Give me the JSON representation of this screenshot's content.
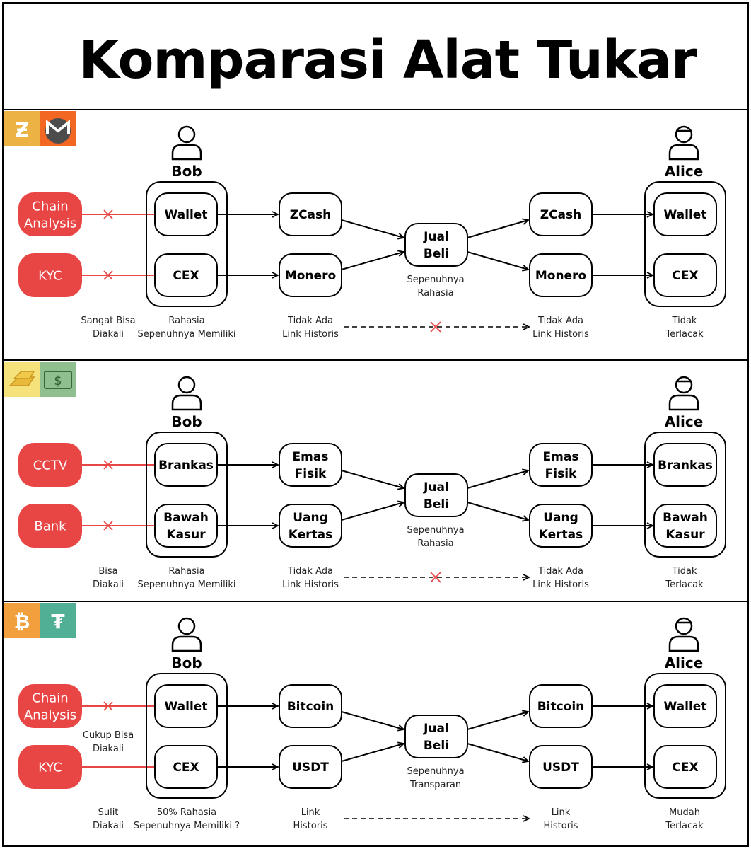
{
  "title": "Komparasi Alat Tukar",
  "colors": {
    "red": "#e84545",
    "zcash": "#ecb244",
    "monero": "#f26822",
    "gold": "#f6e27a",
    "cash": "#8fbf8f",
    "bitcoin": "#f2a03d",
    "tether": "#50af95"
  },
  "sections": [
    {
      "badges": [
        {
          "icon": "zcash-icon",
          "glyph": "Ƶ"
        },
        {
          "icon": "monero-icon",
          "glyph": "M"
        }
      ],
      "sender_name": "Bob",
      "receiver_name": "Alice",
      "risk_top": "Chain\nAnalysis",
      "risk_bottom": "KYC",
      "risk_top_cut": true,
      "risk_bottom_cut": true,
      "risk_caption": "Sangat Bisa\nDiakali",
      "risk_caption_mid": "",
      "sender_top": "Wallet",
      "sender_bottom": "CEX",
      "sender_caption": "Rahasia\nSepenuhnya Memiliki",
      "asset_top": "ZCash",
      "asset_bottom": "Monero",
      "asset_caption": "Tidak Ada\nLink Historis",
      "trade": "Jual\nBeli",
      "trade_caption": "Sepenuhnya\nRahasia",
      "out_top": "ZCash",
      "out_bottom": "Monero",
      "out_caption": "Tidak Ada\nLink Historis",
      "link_cut": true,
      "recv_top": "Wallet",
      "recv_bottom": "CEX",
      "recv_caption": "Tidak\nTerlacak"
    },
    {
      "badges": [
        {
          "icon": "gold-bar-icon",
          "glyph": ""
        },
        {
          "icon": "banknote-icon",
          "glyph": "$"
        }
      ],
      "sender_name": "Bob",
      "receiver_name": "Alice",
      "risk_top": "CCTV",
      "risk_bottom": "Bank",
      "risk_top_cut": true,
      "risk_bottom_cut": true,
      "risk_caption": "Bisa\nDiakali",
      "risk_caption_mid": "",
      "sender_top": "Brankas",
      "sender_bottom": "Bawah\nKasur",
      "sender_caption": "Rahasia\nSepenuhnya Memiliki",
      "asset_top": "Emas\nFisik",
      "asset_bottom": "Uang\nKertas",
      "asset_caption": "Tidak Ada\nLink Historis",
      "trade": "Jual\nBeli",
      "trade_caption": "Sepenuhnya\nRahasia",
      "out_top": "Emas\nFisik",
      "out_bottom": "Uang\nKertas",
      "out_caption": "Tidak Ada\nLink Historis",
      "link_cut": true,
      "recv_top": "Brankas",
      "recv_bottom": "Bawah\nKasur",
      "recv_caption": "Tidak\nTerlacak"
    },
    {
      "badges": [
        {
          "icon": "bitcoin-icon",
          "glyph": "₿"
        },
        {
          "icon": "tether-icon",
          "glyph": "₮"
        }
      ],
      "sender_name": "Bob",
      "receiver_name": "Alice",
      "risk_top": "Chain\nAnalysis",
      "risk_bottom": "KYC",
      "risk_top_cut": true,
      "risk_bottom_cut": false,
      "risk_caption": "Sulit\nDiakali",
      "risk_caption_mid": "Cukup Bisa\nDiakali",
      "sender_top": "Wallet",
      "sender_bottom": "CEX",
      "sender_caption": "50% Rahasia\nSepenuhnya Memiliki ?",
      "asset_top": "Bitcoin",
      "asset_bottom": "USDT",
      "asset_caption": "Link\nHistoris",
      "trade": "Jual\nBeli",
      "trade_caption": "Sepenuhnya\nTransparan",
      "out_top": "Bitcoin",
      "out_bottom": "USDT",
      "out_caption": "Link\nHistoris",
      "link_cut": false,
      "recv_top": "Wallet",
      "recv_bottom": "CEX",
      "recv_caption": "Mudah\nTerlacak"
    }
  ]
}
